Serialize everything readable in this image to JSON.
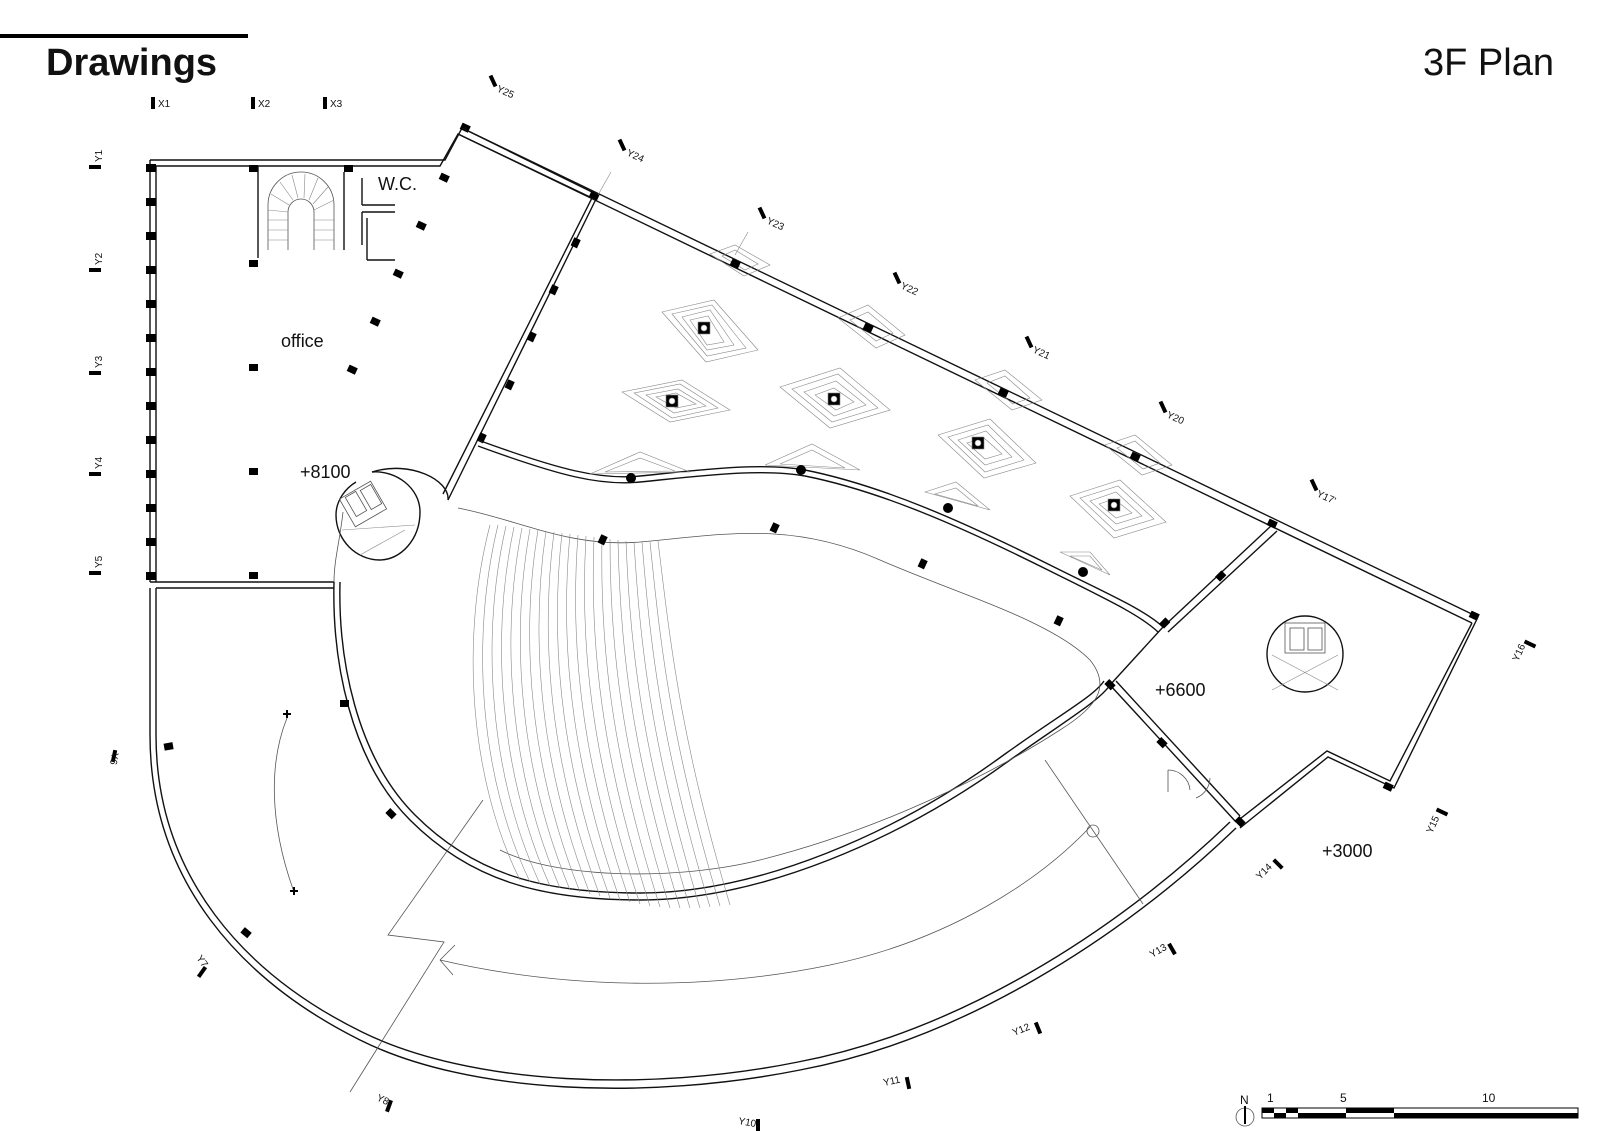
{
  "header": {
    "title": "Drawings",
    "plan_title": "3F Plan"
  },
  "rooms": {
    "wc": "W.C.",
    "office": "office"
  },
  "levels": {
    "office_level": "+8100",
    "east_level": "+6600",
    "entry_level": "+3000"
  },
  "grid_axes": {
    "x1": "X1",
    "x2": "X2",
    "x3": "X3",
    "y1": "Y1",
    "y2": "Y2",
    "y3": "Y3",
    "y4": "Y4",
    "y5": "Y5",
    "y6": "Y6",
    "y7": "Y7",
    "y8": "Y8",
    "y10": "Y10",
    "y11": "Y11",
    "y12": "Y12",
    "y13": "Y13",
    "y14": "Y14",
    "y15": "Y15",
    "y16": "Y16",
    "y17": "Y17'",
    "y20": "Y20",
    "y21": "Y21",
    "y22": "Y22",
    "y23": "Y23",
    "y24": "Y24",
    "y25": "Y25"
  },
  "scale_bar": {
    "north": "N",
    "tick_1": "1",
    "tick_5": "5",
    "tick_10": "10"
  }
}
